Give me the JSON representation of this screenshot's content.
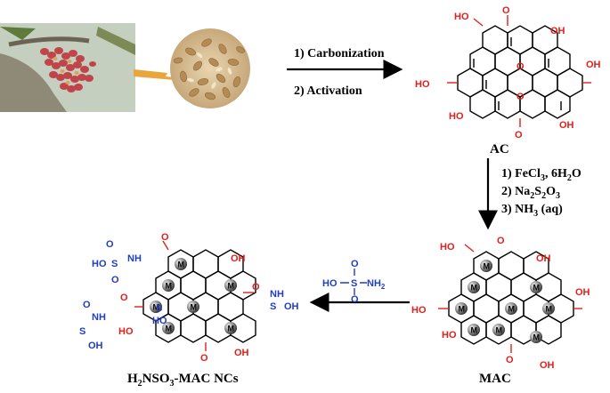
{
  "top_arrow": {
    "step1": "1) Carbonization",
    "step2": "2) Activation"
  },
  "ac_label": "AC",
  "mac_label": "MAC",
  "product_label": {
    "prefix": "H",
    "sub1": "2",
    "mid": "NSO",
    "sub2": "3",
    "suffix": "-MAC NCs"
  },
  "down_arrow": {
    "s1_pre": "1)  FeCl",
    "s1_sub": "3",
    "s1_post": ", 6H",
    "s1_sub2": "2",
    "s1_end": "O",
    "s2_pre": "2)  Na",
    "s2_sub": "2",
    "s2_mid": "S",
    "s2_sub2": "2",
    "s2_mid2": "O",
    "s2_sub3": "3",
    "s3_pre": "3)  NH",
    "s3_sub": "3",
    "s3_end": " (aq)"
  },
  "reagent": {
    "ho": "HO",
    "s": "S",
    "nh2_n": "NH",
    "nh2_sub": "2",
    "o": "O"
  },
  "groups": {
    "oh": "OH",
    "ho": "HO",
    "o": "O",
    "nh": "NH",
    "s": "S",
    "m": "M"
  },
  "colors": {
    "oxygen": "#e0201b",
    "sulfamic": "#1f3fbf",
    "particle": "#6e6e6e"
  },
  "icons": {
    "tree": "pistachio-tree-icon",
    "shells": "pistachio-shells-icon"
  }
}
